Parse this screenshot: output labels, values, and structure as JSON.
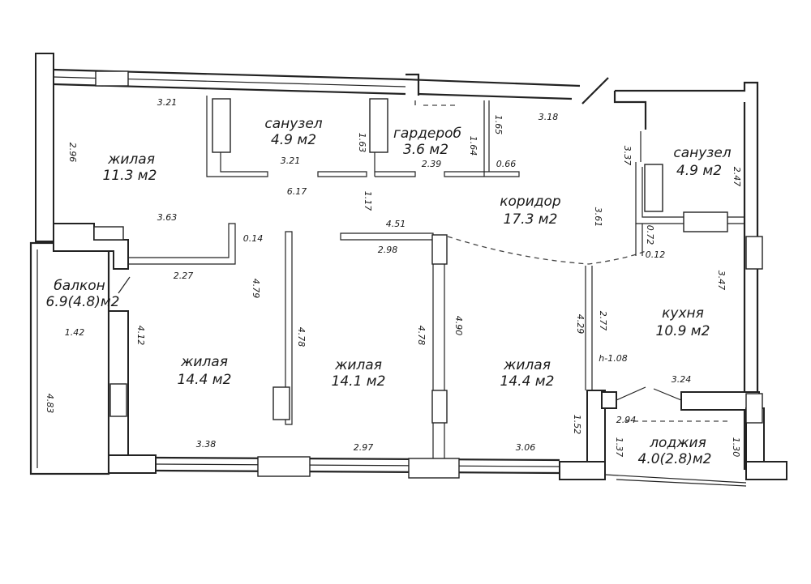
{
  "rooms": [
    {
      "id": "living-nw",
      "name": "жилая",
      "area": "11.3 м2"
    },
    {
      "id": "bathroom-n",
      "name": "санузел",
      "area": "4.9 м2"
    },
    {
      "id": "wardrobe",
      "name": "гардероб",
      "area": "3.6 м2"
    },
    {
      "id": "corridor",
      "name": "коридор",
      "area": "17.3 м2"
    },
    {
      "id": "bathroom-e",
      "name": "санузел",
      "area": "4.9 м2"
    },
    {
      "id": "balcony",
      "name": "балкон",
      "area": "6.9(4.8)м2"
    },
    {
      "id": "living-sw",
      "name": "жилая",
      "area": "14.4 м2"
    },
    {
      "id": "living-s",
      "name": "жилая",
      "area": "14.1 м2"
    },
    {
      "id": "living-se",
      "name": "жилая",
      "area": "14.4 м2"
    },
    {
      "id": "kitchen",
      "name": "кухня",
      "area": "10.9 м2"
    },
    {
      "id": "loggia",
      "name": "лоджия",
      "area": "4.0(2.8)м2"
    }
  ],
  "dimensions": [
    "3.21",
    "2.96",
    "3.21",
    "1.63",
    "6.17",
    "1.65",
    "1.64",
    "3.18",
    "2.39",
    "0.66",
    "1.17",
    "3.37",
    "2.47",
    "3.63",
    "4.51",
    "0.14",
    "2.98",
    "3.61",
    "0.72",
    "0.12",
    "2.27",
    "4.79",
    "1.42",
    "4.12",
    "4.78",
    "4.78",
    "4.90",
    "4.29",
    "2.77",
    "3.47",
    "h-1.08",
    "3.24",
    "4.83",
    "2.94",
    "1.52",
    "1.37",
    "1.30",
    "3.38",
    "2.97",
    "3.06"
  ]
}
